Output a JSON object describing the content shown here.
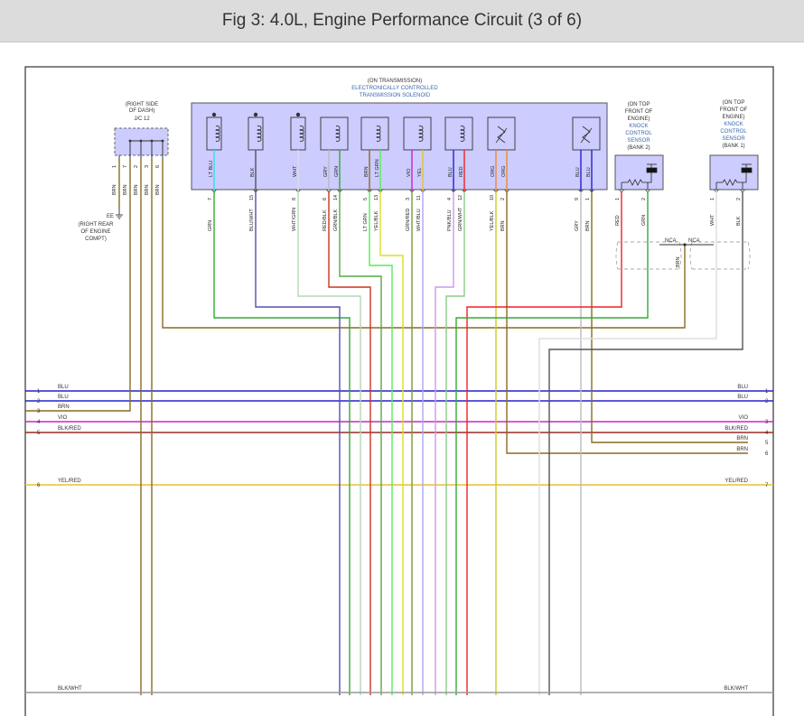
{
  "title": "Fig 3: 4.0L, Engine Performance Circuit (3 of 6)",
  "colors": {
    "BLU": "#2222cc",
    "BRN": "#8a6c1e",
    "VIO": "#cc22cc",
    "BLK_RED": "#9a2a2a",
    "YEL_RED": "#e6c22e",
    "GRN": "#33aa33",
    "BLU_WHT": "#5050b0",
    "WHT_GRN": "#b0d8b0",
    "RED_BLK": "#cc3322",
    "GRN_BLK": "#55aa44",
    "LT_GRN": "#55ee55",
    "YEL_BLK": "#dddd22",
    "GRN_RED": "#779933",
    "WHT_BLU": "#a8a8ee",
    "PNK_BLU": "#cc99ee",
    "GRN_WHT": "#88cc88",
    "YEL_BLK2": "#cccc22",
    "GRY": "#bbbbbb",
    "RED": "#ee2222",
    "WHT": "#dddddd",
    "BLK": "#555555",
    "MAGENTA_BOX": "#ccccff"
  },
  "junction": {
    "label_lines": [
      "(RIGHT SIDE",
      "OF DASH)",
      "J/C 12"
    ],
    "pins": [
      "1",
      "7",
      "2",
      "3",
      "6"
    ],
    "wires": [
      "BRN",
      "BRN",
      "BRN",
      "BRN",
      "BRN"
    ]
  },
  "ground": {
    "name": "EE",
    "label_lines": [
      "(RIGHT REAR",
      "OF ENGINE",
      "COMPT)"
    ]
  },
  "solenoid": {
    "label_lines": [
      "(ON TRANSMISSION)",
      "ELECTRONICALLY CONTROLLED",
      "TRANSMISSION SOLENOID"
    ],
    "top_wires": [
      "LT BLU",
      "BLK",
      "WHT",
      "GRY",
      "GRN",
      "BRN",
      "LT GRN",
      "VIO",
      "YEL",
      "BLU",
      "RED",
      "ORG",
      "ORG",
      "BLU",
      "BLU"
    ],
    "pins": [
      "7",
      "15",
      "8",
      "6",
      "14",
      "5",
      "13",
      "3",
      "11",
      "4",
      "12",
      "10",
      "2",
      "9",
      "1"
    ],
    "out_wires": [
      "GRN",
      "BLU/WHT",
      "WHT/GRN",
      "RED/BLK",
      "GRN/BLK",
      "LT GRN",
      "YEL/BLK",
      "GRN/RED",
      "WHT/BLU",
      "PNK/BLU",
      "GRN/WHT",
      "YEL/BLK",
      "BRN",
      "GRY",
      "BRN"
    ]
  },
  "knock_bank2": {
    "label_lines": [
      "(ON TOP",
      "FRONT OF",
      "ENGINE)",
      "KNOCK",
      "CONTROL",
      "SENSOR",
      "(BANK 2)"
    ],
    "pins": [
      "1",
      "2"
    ],
    "out_wires": [
      "RED",
      "GRN"
    ]
  },
  "knock_bank1": {
    "label_lines": [
      "(ON TOP",
      "FRONT OF",
      "ENGINE)",
      "KNOCK",
      "CONTROL",
      "SENSOR",
      "(BANK 1)"
    ],
    "pins": [
      "1",
      "2"
    ],
    "out_wires": [
      "WHT",
      "BLK"
    ]
  },
  "nca": {
    "left": "NCA",
    "right": "NCA",
    "drain_wire": "BRN"
  },
  "left_rails": [
    {
      "pin": "1",
      "wire": "BLU"
    },
    {
      "pin": "2",
      "wire": "BLU"
    },
    {
      "pin": "3",
      "wire": "BRN"
    },
    {
      "pin": "4",
      "wire": "VIO"
    },
    {
      "pin": "5",
      "wire": "BLK/RED"
    },
    {
      "pin": "6",
      "wire": "YEL/RED"
    },
    {
      "pin": "",
      "wire": "BLK/WHT"
    }
  ],
  "right_rails": [
    {
      "pin": "1",
      "wire": "BLU"
    },
    {
      "pin": "2",
      "wire": "BLU"
    },
    {
      "pin": "3",
      "wire": "VIO"
    },
    {
      "pin": "4",
      "wire": "BLK/RED"
    },
    {
      "pin": "5",
      "wire": "BRN"
    },
    {
      "pin": "6",
      "wire": "BRN"
    },
    {
      "pin": "7",
      "wire": "YEL/RED"
    },
    {
      "pin": "",
      "wire": "BLK/WHT"
    }
  ]
}
